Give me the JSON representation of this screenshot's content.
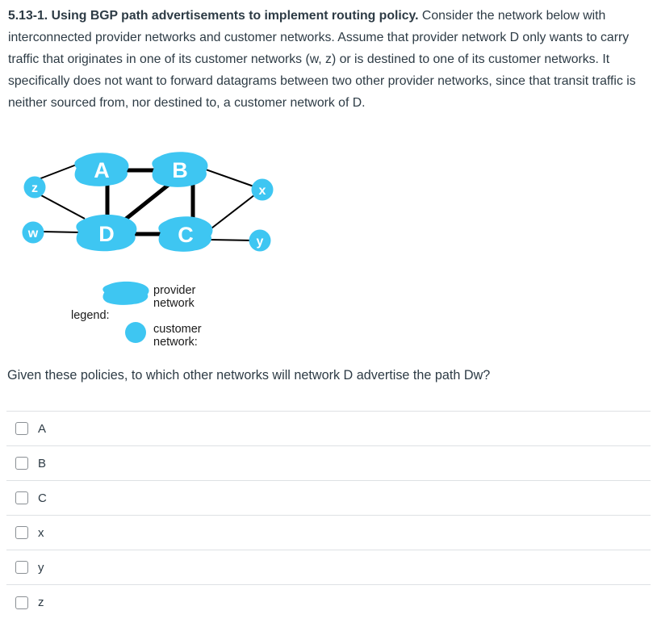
{
  "stem": {
    "bold": "5.13-1. Using BGP path advertisements to implement routing policy.",
    "rest": " Consider the network below with interconnected provider networks and customer networks. Assume that provider network D only wants to carry traffic that originates in one of its customer networks (w, z) or is destined to one of its customer networks.  It specifically does not want to forward datagrams between two other provider networks, since that transit traffic is neither sourced from, nor destined to, a customer network of D."
  },
  "diagram": {
    "provider_networks": [
      "A",
      "B",
      "C",
      "D"
    ],
    "customer_networks": [
      "w",
      "x",
      "y",
      "z"
    ],
    "labels": {
      "A": "A",
      "B": "B",
      "C": "C",
      "D": "D",
      "w": "w",
      "x": "x",
      "y": "y",
      "z": "z"
    },
    "edges": [
      {
        "from": "z",
        "to": "A",
        "thick": false
      },
      {
        "from": "z",
        "to": "D",
        "thick": false
      },
      {
        "from": "w",
        "to": "D",
        "thick": false
      },
      {
        "from": "A",
        "to": "B",
        "thick": true
      },
      {
        "from": "A",
        "to": "D",
        "thick": true
      },
      {
        "from": "D",
        "to": "B",
        "thick": true
      },
      {
        "from": "B",
        "to": "C",
        "thick": true
      },
      {
        "from": "D",
        "to": "C",
        "thick": true
      },
      {
        "from": "B",
        "to": "x",
        "thick": false
      },
      {
        "from": "C",
        "to": "x",
        "thick": false
      },
      {
        "from": "C",
        "to": "y",
        "thick": false
      }
    ],
    "colors": {
      "node_fill": "#3EC6F2",
      "edge": "#000000",
      "node_label": "#FFFFFF"
    }
  },
  "legend": {
    "title": "legend:",
    "provider_line1": "provider",
    "provider_line2": "network",
    "customer_line1": "customer",
    "customer_line2": "network:"
  },
  "question": "Given these policies, to which other networks will network D advertise the path Dw?",
  "options": [
    {
      "label": "A"
    },
    {
      "label": "B"
    },
    {
      "label": "C"
    },
    {
      "label": "x"
    },
    {
      "label": "y"
    },
    {
      "label": "z"
    }
  ]
}
